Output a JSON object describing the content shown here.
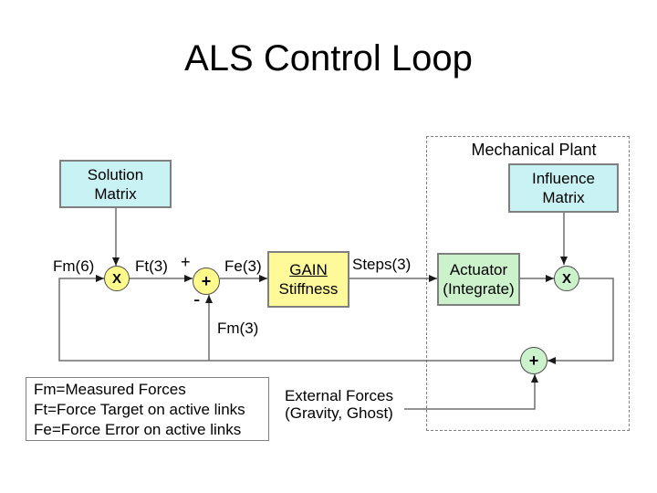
{
  "slide": {
    "title": "ALS Control Loop"
  },
  "colors": {
    "box_cyan": "#c9f2f5",
    "box_yellow": "#fffa99",
    "box_green": "#ccf2cc",
    "circle_yellow": "#fffa8c",
    "circle_green": "#ccf2cc",
    "border_gray": "#7f7f7f",
    "wire_gray": "#6e6e6e",
    "arrowhead_black": "#1a1a1a",
    "text_black": "#000000"
  },
  "blocks": {
    "solution_matrix": {
      "line1": "Solution",
      "line2": "Matrix"
    },
    "influence_matrix": {
      "line1": "Influence",
      "line2": "Matrix"
    },
    "gain": {
      "line1": "GAIN",
      "line2": "Stiffness"
    },
    "actuator": {
      "line1": "Actuator",
      "line2": "(Integrate)"
    },
    "mechanical_plant": {
      "label": "Mechanical Plant"
    }
  },
  "nodes": {
    "multiply_left": "X",
    "sum_left": "+",
    "multiply_right": "X",
    "sum_right": "+"
  },
  "signals": {
    "fm6": "Fm(6)",
    "ft3": "Ft(3)",
    "fe3": "Fe(3)",
    "steps3": "Steps(3)",
    "fm3": "Fm(3)",
    "sum_plus": "+",
    "sum_minus": "-"
  },
  "legend": {
    "lines": [
      "Fm=Measured Forces",
      "Ft=Force Target on active links",
      "Fe=Force Error on active links"
    ]
  },
  "external_forces": {
    "line1": "External Forces",
    "line2": "(Gravity, Ghost)"
  }
}
